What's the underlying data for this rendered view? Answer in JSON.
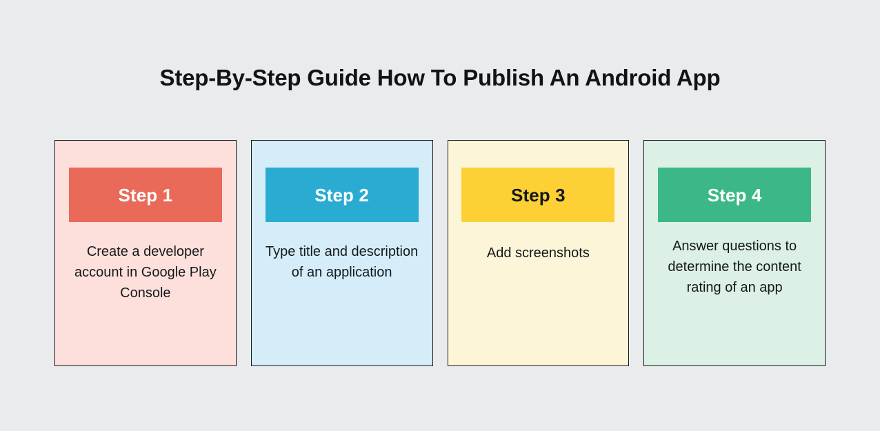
{
  "page": {
    "background_color": "#e9ebec",
    "title": "Step-By-Step Guide How To Publish An Android App",
    "title_color": "#111417"
  },
  "cards": [
    {
      "badge_label": "Step 1",
      "body_text": "Create a developer account in Google Play Console",
      "card_background": "#fde0dc",
      "badge_background": "#e96a59",
      "badge_text_color": "#ffffff",
      "border_color": "#15181b",
      "body_lines": 3
    },
    {
      "badge_label": "Step 2",
      "body_text": "Type title and description of an application",
      "card_background": "#d4edf9",
      "badge_background": "#29abd2",
      "badge_text_color": "#ffffff",
      "border_color": "#15181b",
      "body_lines": 3
    },
    {
      "badge_label": "Step 3",
      "body_text": "Add screenshots",
      "card_background": "#fdf5d8",
      "badge_background": "#fdd136",
      "badge_text_color": "#15181b",
      "border_color": "#15181b",
      "body_lines": 1
    },
    {
      "badge_label": "Step 4",
      "body_text": "Answer questions to determine the content rating of an app",
      "card_background": "#dcf0e6",
      "badge_background": "#3cb888",
      "badge_text_color": "#ffffff",
      "border_color": "#15181b",
      "body_lines": 4
    }
  ]
}
